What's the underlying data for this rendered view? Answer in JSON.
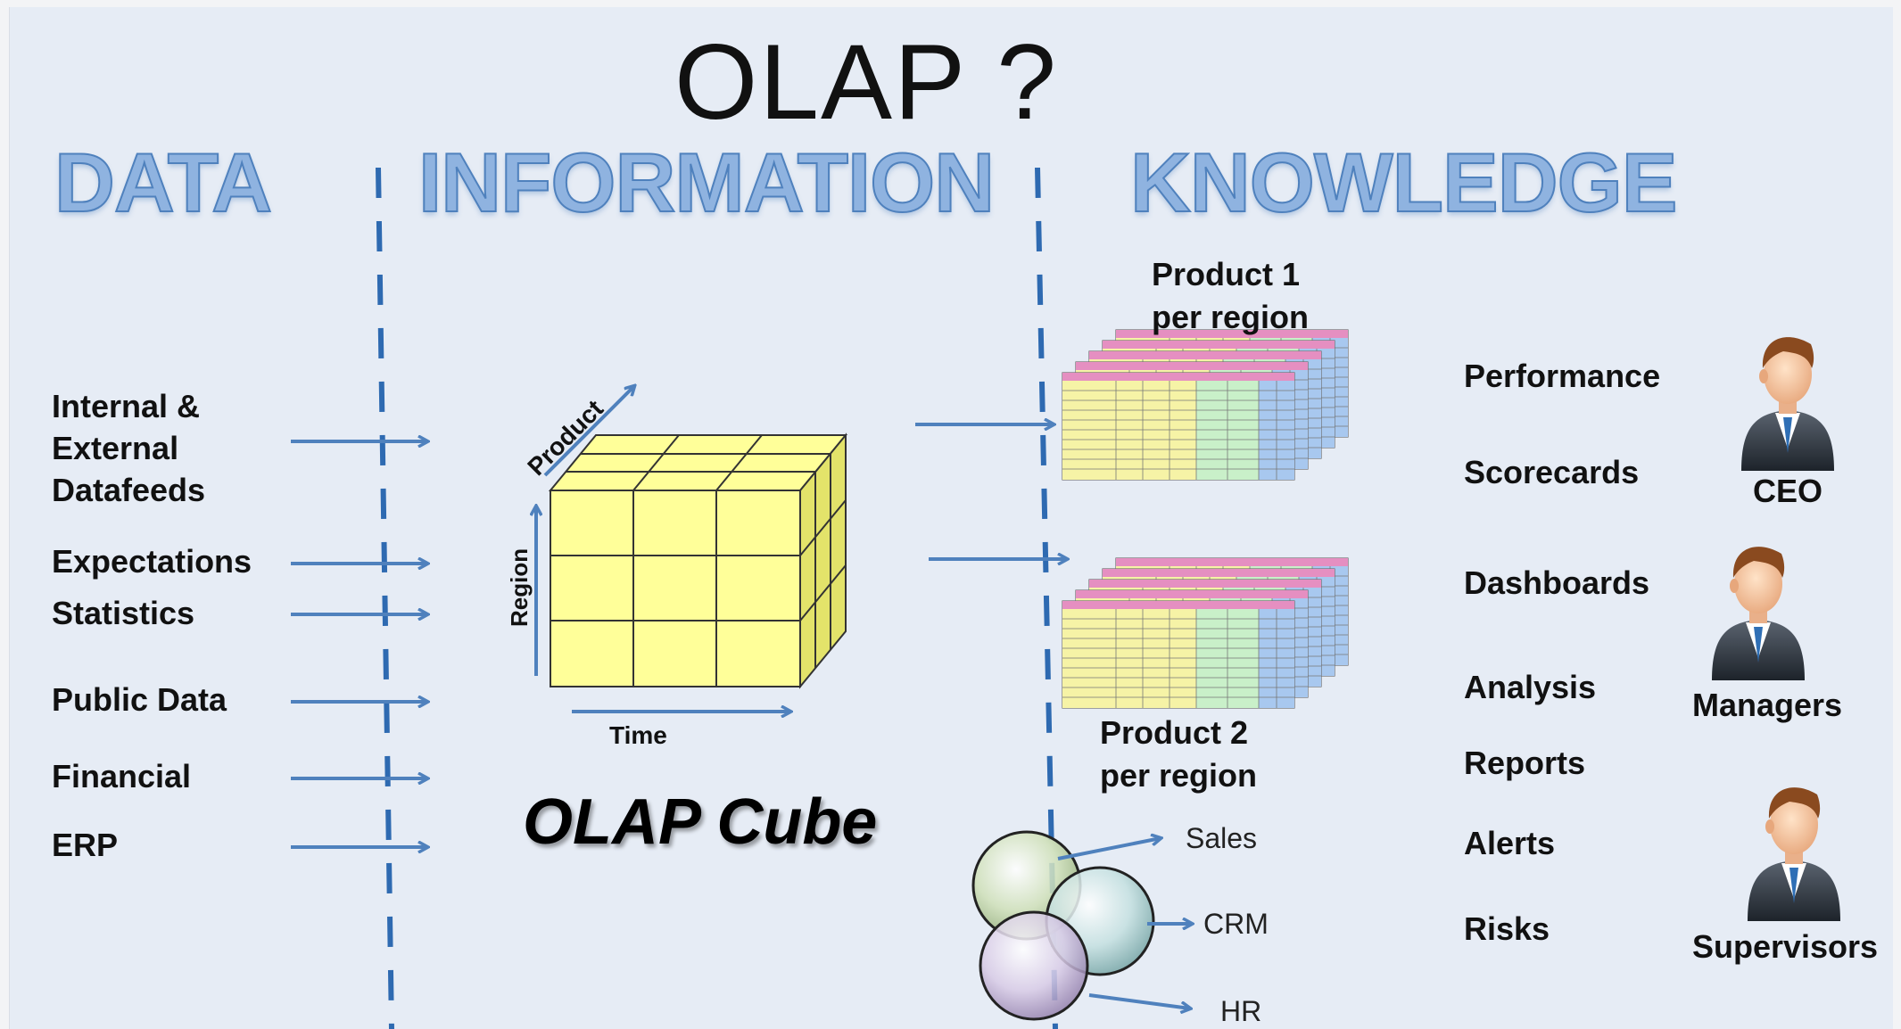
{
  "title": "OLAP ?",
  "headings": {
    "data": "DATA",
    "information": "INFORMATION",
    "knowledge": "KNOWLEDGE"
  },
  "sources": {
    "internal_external": "Internal &\nExternal\nDatafeeds",
    "expectations": "Expectations",
    "statistics": "Statistics",
    "public_data": "Public Data",
    "financial": "Financial",
    "erp": "ERP"
  },
  "cube": {
    "title": "OLAP Cube",
    "axis_product": "Product",
    "axis_region": "Region",
    "axis_time": "Time",
    "face_color": "#ffff99"
  },
  "reports": {
    "product1": "Product 1\nper region",
    "product2": "Product 2\nper region"
  },
  "bubbles": {
    "sales": "Sales",
    "crm": "CRM",
    "hr": "HR"
  },
  "outputs": {
    "performance": "Performance",
    "scorecards": "Scorecards",
    "dashboards": "Dashboards",
    "analysis": "Analysis",
    "reports": "Reports",
    "alerts": "Alerts",
    "risks": "Risks"
  },
  "people": {
    "ceo": "CEO",
    "managers": "Managers",
    "supervisors": "Supervisors"
  },
  "colors": {
    "arrow": "#4f81bd",
    "divider": "#2e6ab1",
    "heading_fill": "#8fb3e0"
  },
  "icons": [
    "person-icon",
    "arrow-icon",
    "cube-icon",
    "spreadsheet-icon",
    "bubble-icon"
  ]
}
